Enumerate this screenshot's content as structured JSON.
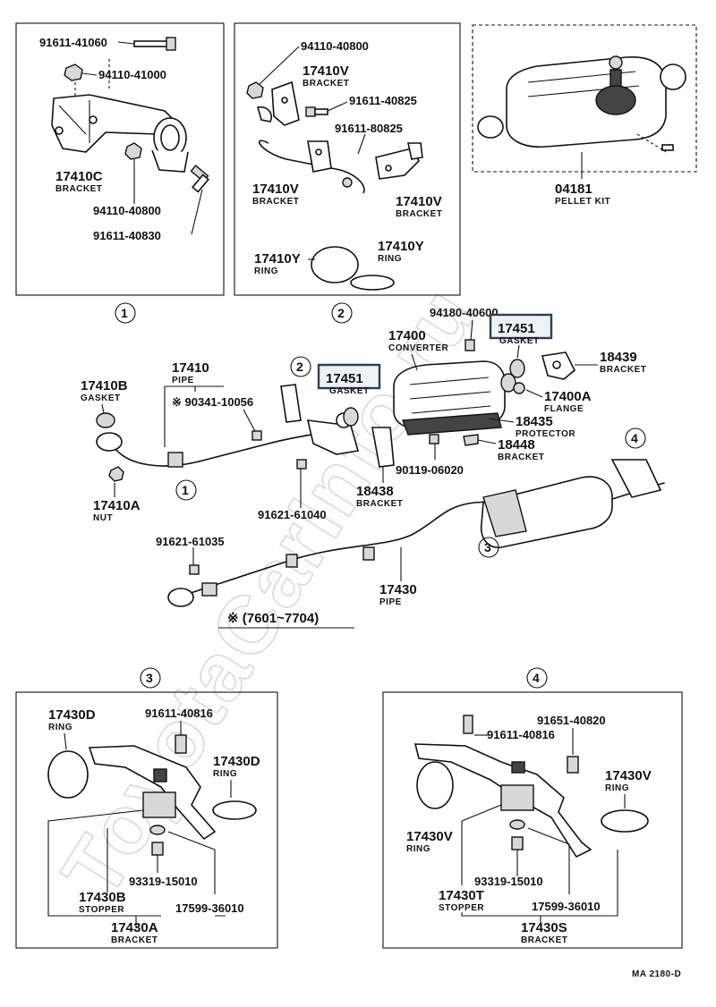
{
  "watermark": "ToyotaCarInfo.ru",
  "drawing_code": "MA 2180-D",
  "date_note": "※ (7601~7704)",
  "callouts": {
    "c1": "1",
    "c2": "2",
    "c3": "3",
    "c4": "4"
  },
  "panel1": {
    "p1": "91611-41060",
    "p2": "94110-41000",
    "p3_num": "17410C",
    "p3_name": "BRACKET",
    "p4": "94110-40800",
    "p5": "91611-40830"
  },
  "panel2": {
    "p1": "94110-40800",
    "p2_num": "17410V",
    "p2_name": "BRACKET",
    "p3": "91611-40825",
    "p4": "91611-80825",
    "p5_num": "17410V",
    "p5_name": "BRACKET",
    "p6_num": "17410V",
    "p6_name": "BRACKET",
    "p7_num": "17410Y",
    "p7_name": "RING",
    "p8_num": "17410Y",
    "p8_name": "RING"
  },
  "panel_kit": {
    "p1_num": "04181",
    "p1_name": "PELLET KIT"
  },
  "main": {
    "gasket_b_num": "17410B",
    "gasket_b_name": "GASKET",
    "pipe_num": "17410",
    "pipe_name": "PIPE",
    "star_part": "※ 90341-10056",
    "gasket_mid_num": "17451",
    "gasket_mid_name": "GASKET",
    "nut_num": "17410A",
    "nut_name": "NUT",
    "bolt_a": "91621-61040",
    "br_18438_num": "18438",
    "br_18438_name": "BRACKET",
    "bolt_b": "90119-06020",
    "conv_num": "17400",
    "conv_name": "CONVERTER",
    "plug": "94180-40600",
    "gasket_top_num": "17451",
    "gasket_top_name": "GASKET",
    "br_18439_num": "18439",
    "br_18439_name": "BRACKET",
    "flange_num": "17400A",
    "flange_name": "FLANGE",
    "prot_num": "18435",
    "prot_name": "PROTECTOR",
    "br_18448_num": "18448",
    "br_18448_name": "BRACKET",
    "bolt_c": "91621-61035",
    "pipe2_num": "17430",
    "pipe2_name": "PIPE"
  },
  "panel3": {
    "ring1_num": "17430D",
    "ring1_name": "RING",
    "bolt": "91611-40816",
    "ring2_num": "17430D",
    "ring2_name": "RING",
    "stop_num": "17430B",
    "stop_name": "STOPPER",
    "nut": "93319-15010",
    "washer": "17599-36010",
    "br_num": "17430A",
    "br_name": "BRACKET"
  },
  "panel4": {
    "bolt1": "91651-40820",
    "bolt2": "91611-40816",
    "ring1_num": "17430V",
    "ring1_name": "RING",
    "ring2_num": "17430V",
    "ring2_name": "RING",
    "nut": "93319-15010",
    "stop_num": "17430T",
    "stop_name": "STOPPER",
    "washer": "17599-36010",
    "br_num": "17430S",
    "br_name": "BRACKET"
  }
}
